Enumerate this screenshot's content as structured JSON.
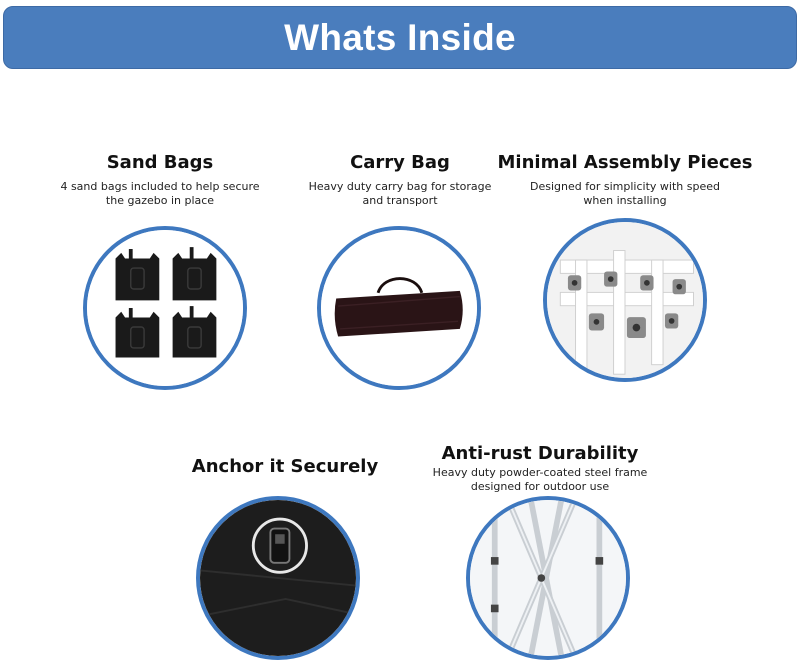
{
  "banner": {
    "title": "Whats Inside"
  },
  "features": [
    {
      "title": "Sand Bags",
      "description_lines": [
        "4 sand bags included to help secure",
        "the gazebo in place"
      ],
      "image_icon": "sand-bags-icon"
    },
    {
      "title": "Carry Bag",
      "description_lines": [
        "Heavy duty carry bag for storage",
        "and transport"
      ],
      "image_icon": "carry-bag-icon"
    },
    {
      "title": "Minimal Assembly Pieces",
      "description_lines": [
        "Designed for simplicity with speed",
        "when installing"
      ],
      "image_icon": "assembly-pieces-icon"
    },
    {
      "title": "Anchor it Securely",
      "description_lines": [],
      "image_icon": "anchor-icon"
    },
    {
      "title": "Anti-rust Durability",
      "description_lines": [
        "Heavy duty powder-coated steel frame",
        "designed for outdoor use"
      ],
      "image_icon": "steel-frame-icon"
    }
  ],
  "colors": {
    "banner_background": "#4a7dbd",
    "banner_text": "#ffffff",
    "circle_border": "#3e78bf",
    "title_text": "#111111"
  }
}
